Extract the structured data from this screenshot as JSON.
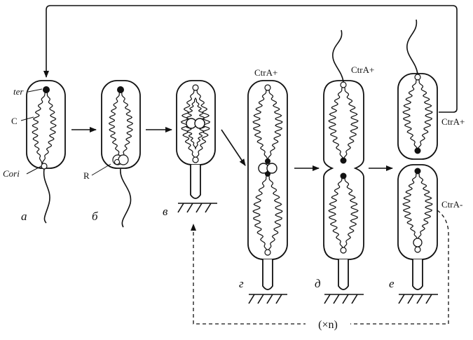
{
  "labels": {
    "ter": "ter",
    "c": "C",
    "cori": "Cori",
    "r": "R",
    "ctra_plus": "CtrA+",
    "ctra_minus": "CtrA-",
    "repeat": "(×n)"
  },
  "stages": {
    "a": "а",
    "b": "б",
    "v": "в",
    "g": "г",
    "d": "д",
    "e": "е"
  }
}
